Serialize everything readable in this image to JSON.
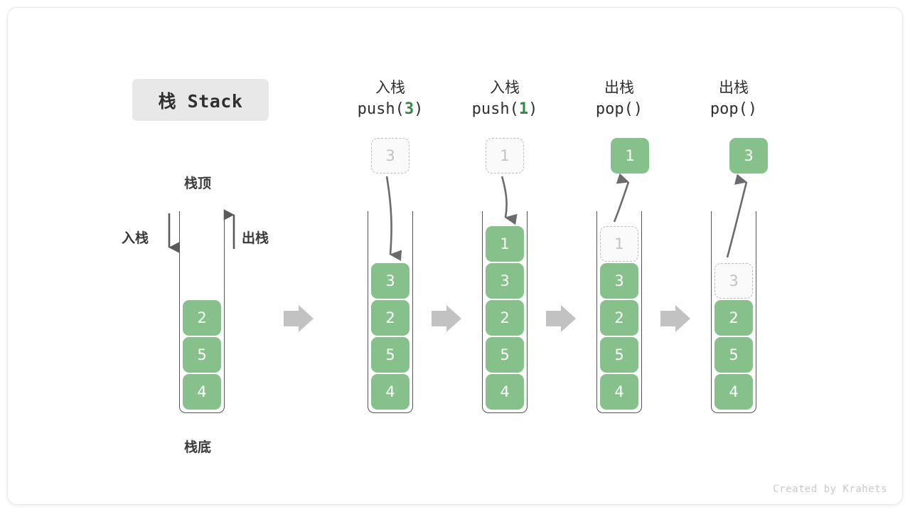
{
  "title": {
    "text": "栈 Stack"
  },
  "footer": {
    "text": "Created by Krahets"
  },
  "colors": {
    "item_green": "#86c08a",
    "ghost_border": "#bdbdbd",
    "ghost_text": "#c2c2c2",
    "arrow_gray": "#6b6b6b",
    "block_arrow_gray": "#c2c2c2",
    "accent_code_number": "#2e8b42"
  },
  "legend": {
    "top_label": "栈顶",
    "bottom_label": "栈底",
    "push_label": "入栈",
    "pop_label": "出栈"
  },
  "columns": [
    {
      "id": "initial",
      "header_cn": "",
      "header_code": "",
      "header_arg": "",
      "items": [
        "2",
        "5",
        "4"
      ]
    },
    {
      "id": "push-3",
      "header_cn": "入栈",
      "header_code_prefix": "push(",
      "header_arg": "3",
      "header_code_suffix": ")",
      "incoming_value": "3",
      "items": [
        "3",
        "2",
        "5",
        "4"
      ]
    },
    {
      "id": "push-1",
      "header_cn": "入栈",
      "header_code_prefix": "push(",
      "header_arg": "1",
      "header_code_suffix": ")",
      "incoming_value": "1",
      "items": [
        "1",
        "3",
        "2",
        "5",
        "4"
      ]
    },
    {
      "id": "pop-1",
      "header_cn": "出栈",
      "header_code_prefix": "pop(",
      "header_arg": "",
      "header_code_suffix": ")",
      "outgoing_value": "1",
      "ghost_value": "1",
      "items": [
        "3",
        "2",
        "5",
        "4"
      ]
    },
    {
      "id": "pop-3",
      "header_cn": "出栈",
      "header_code_prefix": "pop(",
      "header_arg": "",
      "header_code_suffix": ")",
      "outgoing_value": "3",
      "ghost_value": "3",
      "items": [
        "2",
        "5",
        "4"
      ]
    }
  ]
}
